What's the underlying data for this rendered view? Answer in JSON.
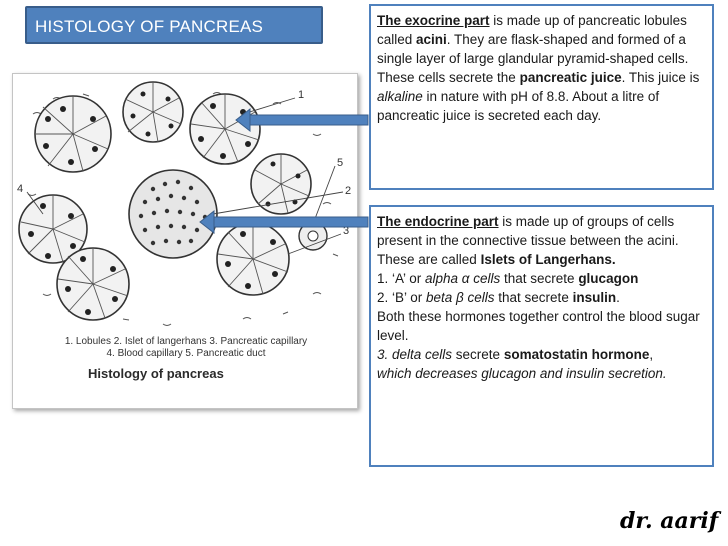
{
  "slide": {
    "title": "HISTOLOGY OF PANCREAS",
    "signature": "dr. aarif"
  },
  "figure": {
    "labels": [
      "1",
      "5",
      "2",
      "3",
      "4"
    ],
    "legend_line1": "1. Lobules 2. Islet of langerhans 3. Pancreatic capillary",
    "legend_line2": "4. Blood capillary 5. Pancreatic duct",
    "caption": "Histology of pancreas"
  },
  "exocrine": {
    "heading": "The exocrine part",
    "t1": " is made up of pancreatic lobules called ",
    "acini": "acini",
    "t2": ". They are flask-shaped and formed of a single layer of large glandular pyramid-shaped cells. These cells secrete the ",
    "pancreatic_juice": "pancreatic juice",
    "t3": ".  This juice is ",
    "alkaline": "alkaline",
    "t4": " in nature with pH of 8.8. About a litre of pancreatic juice is secreted each day."
  },
  "endocrine": {
    "heading": "The endocrine part",
    "t1": " is made up of groups of cells present in the connective tissue between the acini. These are called ",
    "islets": "Islets of Langerhans.",
    "l1_num": "1. ‘A’ or ",
    "l1_cells": "alpha α cells",
    "l1_mid": " that secrete ",
    "l1_hormone": "glucagon",
    "l2_num": "2. ‘B’ or ",
    "l2_cells": "beta β cells",
    "l2_mid": " that secrete ",
    "l2_hormone": "insulin",
    "l2_end": ".",
    "both": " Both these hormones together control the blood sugar level.",
    "l3_cells": "3. delta cells",
    "l3_mid": " secrete ",
    "l3_hormone": "somatostatin hormone",
    "l3_comma": ",",
    "l3_rest": "which decreases glucagon and insulin secretion."
  },
  "colors": {
    "accent": "#4f81bd",
    "accent_border": "#385d8a"
  }
}
